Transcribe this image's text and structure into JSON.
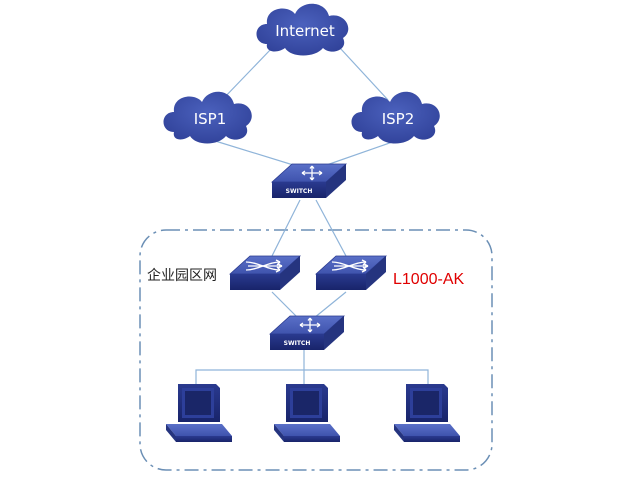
{
  "diagram": {
    "nodes": {
      "internet": {
        "label": "Internet",
        "kind": "cloud"
      },
      "isp1": {
        "label": "ISP1",
        "kind": "cloud"
      },
      "isp2": {
        "label": "ISP2",
        "kind": "cloud"
      },
      "core_switch": {
        "label": "SWITCH",
        "kind": "switch"
      },
      "router_left": {
        "kind": "router"
      },
      "router_right": {
        "kind": "router"
      },
      "access_switch": {
        "label": "SWITCH",
        "kind": "switch"
      },
      "pc_1": {
        "kind": "computer"
      },
      "pc_2": {
        "kind": "computer"
      },
      "pc_3": {
        "kind": "computer"
      }
    },
    "links": [
      [
        "internet",
        "isp1"
      ],
      [
        "internet",
        "isp2"
      ],
      [
        "isp1",
        "core_switch"
      ],
      [
        "isp2",
        "core_switch"
      ],
      [
        "core_switch",
        "router_left"
      ],
      [
        "core_switch",
        "router_right"
      ],
      [
        "router_left",
        "access_switch"
      ],
      [
        "router_right",
        "access_switch"
      ],
      [
        "access_switch",
        "pc_1"
      ],
      [
        "access_switch",
        "pc_2"
      ],
      [
        "access_switch",
        "pc_3"
      ]
    ],
    "zone_label": "企业园区网",
    "device_label": "L1000-AK",
    "colors": {
      "device_top": "#4a5fb8",
      "device_side": "#1f2d78",
      "cloud": "#3b4fa8",
      "link": "#8fb4d9",
      "zone_border": "#6b8fb5",
      "device_label": "#e00000",
      "zone_label": "#222222"
    }
  }
}
